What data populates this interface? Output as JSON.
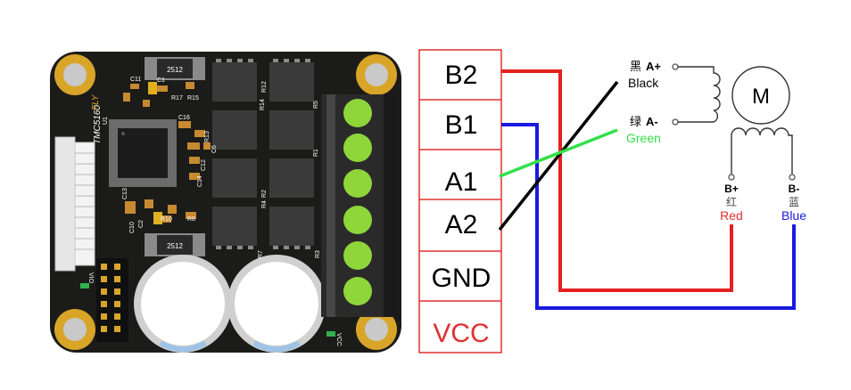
{
  "board": {
    "brand": "FLY",
    "chip": "TMC5160",
    "chip_ref": "U1",
    "resistor_top": "2512",
    "resistor_bottom": "2512",
    "silk": {
      "c11": "C11",
      "c1": "C1",
      "r17": "R17",
      "r15": "R15",
      "c16": "C16",
      "r13": "R13",
      "c6": "C6",
      "c12": "C12",
      "c14": "C14",
      "c13": "C13",
      "r10": "R10",
      "r8": "R8",
      "c2": "C2",
      "c10": "C10",
      "r14": "R14",
      "r12": "R12",
      "r4": "R4",
      "r2": "R2",
      "r7": "R7",
      "r3": "R3",
      "r1": "R1",
      "r5": "R5",
      "vio": "VIO",
      "vcc": "VCC"
    }
  },
  "terminal_labels": [
    "B2",
    "B1",
    "A1",
    "A2",
    "GND",
    "VCC"
  ],
  "motor": {
    "symbol": "M",
    "a_plus": {
      "cn": "黑",
      "pin": "A+",
      "color": "Black"
    },
    "a_minus": {
      "cn": "绿",
      "pin": "A-",
      "color": "Green"
    },
    "b_plus": {
      "pin": "B+",
      "cn": "红",
      "color": "Red"
    },
    "b_minus": {
      "pin": "B-",
      "cn": "蓝",
      "color": "Blue"
    }
  },
  "colors": {
    "pcb": "#1b1b19",
    "pad_gold": "#d9a528",
    "terminal_green": "#8fd63a",
    "terminal_body": "#2a2a2a",
    "wire_red": "#e62020",
    "wire_blue": "#1a1ae0",
    "wire_black": "#000000",
    "wire_green": "#33e04a",
    "table_border": "#e03030",
    "vcc_text": "#e03030"
  }
}
